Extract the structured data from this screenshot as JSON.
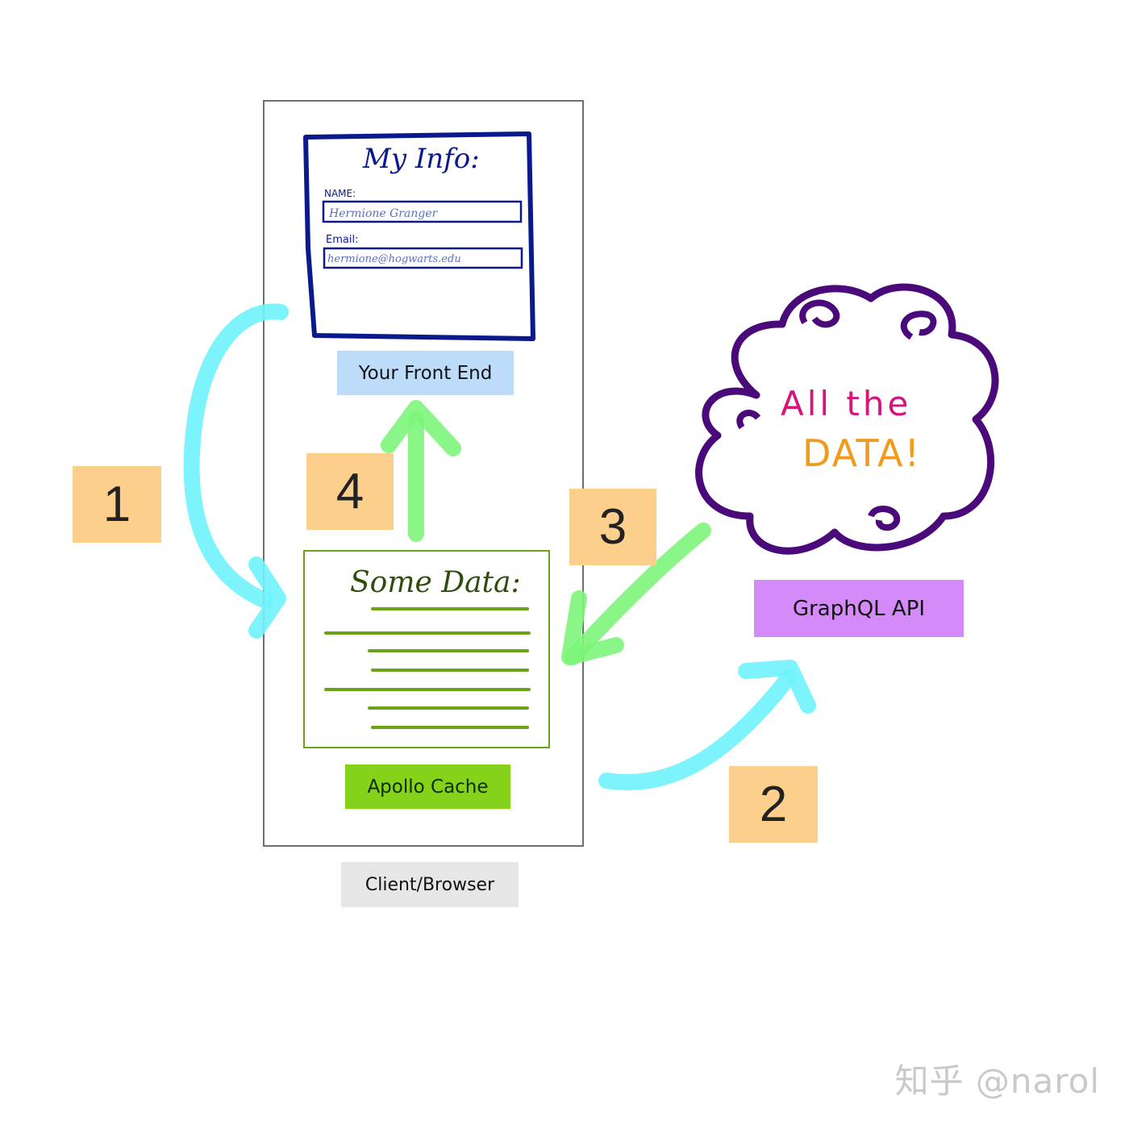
{
  "front_end_form": {
    "title": "My Info:",
    "name_label": "NAME:",
    "name_value": "Hermione Granger",
    "email_label": "Email:",
    "email_value": "hermione@hogwarts.edu",
    "caption": "Your Front End"
  },
  "cache": {
    "title": "Some Data:",
    "caption": "Apollo Cache"
  },
  "client": {
    "caption": "Client/Browser"
  },
  "cloud": {
    "line1": "All the",
    "line2": "DATA!",
    "caption": "GraphQL API"
  },
  "steps": [
    "1",
    "2",
    "3",
    "4"
  ],
  "watermark": "知乎 @narol",
  "colors": {
    "form_border": "#0a1a8c",
    "cache_lines": "#6aa31a",
    "cyan_arrow": "#6ff3fb",
    "green_arrow": "#7cf57a",
    "cloud_stroke": "#4a0a7a",
    "cloud_text1": "#d6147a",
    "cloud_text2": "#f29a1c",
    "front_end_label_bg": "#bcdcfa",
    "apollo_label_bg": "#84d21a",
    "graphql_label_bg": "#d58afa",
    "client_label_bg": "#e6e6e6",
    "step_badge_bg": "#fccf8c"
  }
}
